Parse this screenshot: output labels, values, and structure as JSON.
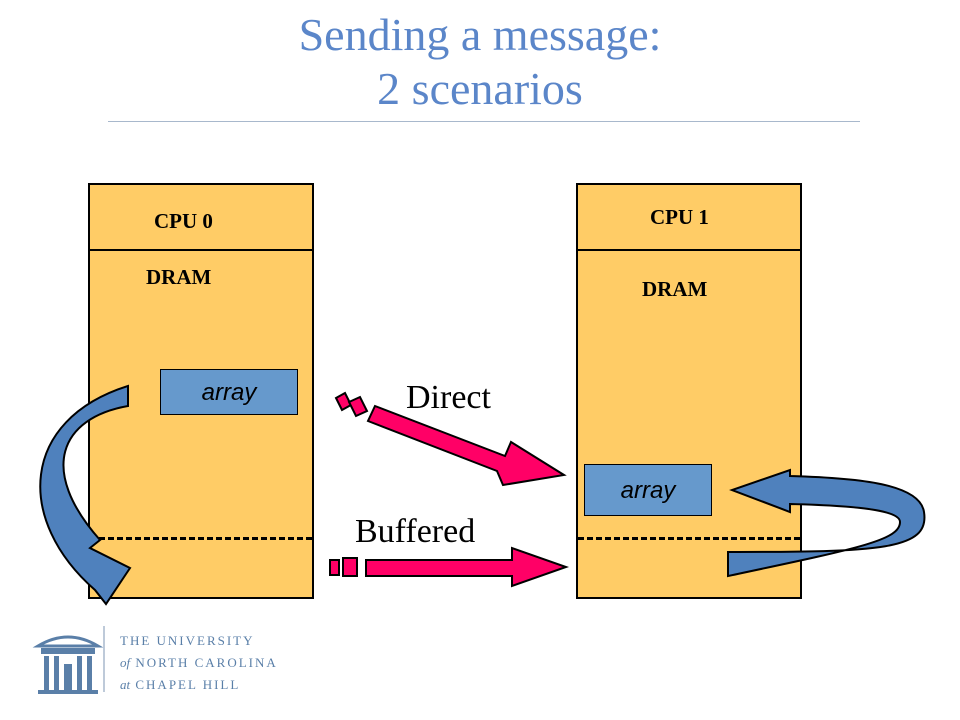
{
  "slide": {
    "title_line1": "Sending a message:",
    "title_line2": "2 scenarios"
  },
  "left_node": {
    "cpu_label": "CPU 0",
    "memory_label": "DRAM",
    "array_label": "array"
  },
  "right_node": {
    "cpu_label": "CPU 1",
    "memory_label": "DRAM",
    "array_label": "array"
  },
  "transfers": [
    {
      "label": "Direct"
    },
    {
      "label": "Buffered"
    }
  ],
  "logo": {
    "line1": "THE UNIVERSITY",
    "line2_prefix": "of",
    "line2": "NORTH CAROLINA",
    "line3_prefix": "at",
    "line3": "CHAPEL HILL"
  },
  "colors": {
    "title": "#5b86c9",
    "memory_fill": "#ffcc66",
    "array_fill": "#6699cc",
    "message_arrow": "#ff0066",
    "copy_arrow": "#4f81bd"
  }
}
